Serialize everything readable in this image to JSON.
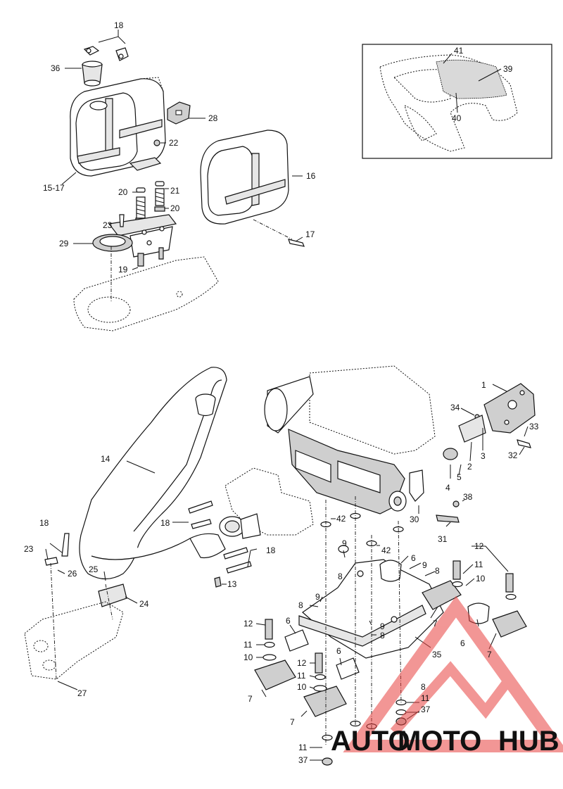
{
  "labels": {
    "l1": "1",
    "l2": "2",
    "l3": "3",
    "l4": "4",
    "l5": "5",
    "l6a": "6",
    "l6b": "6",
    "l6c": "6",
    "l6d": "6",
    "l6e": "6",
    "l7a": "7",
    "l7b": "7",
    "l7c": "7",
    "l7d": "7",
    "l8a": "8",
    "l8b": "8",
    "l8c": "8",
    "l8d": "8",
    "l8e": "8",
    "l9a": "9",
    "l9b": "9",
    "l9c": "9",
    "l9d": "9",
    "l10a": "10",
    "l10b": "10",
    "l10c": "10",
    "l11a": "11",
    "l11b": "11",
    "l11c": "11",
    "l11d": "11",
    "l11e": "11",
    "l12a": "12",
    "l12b": "12",
    "l12c": "12",
    "l13": "13",
    "l14": "14",
    "l1517": "15-17",
    "l16": "16",
    "l17": "17",
    "l18a": "18",
    "l18b": "18",
    "l18c": "18",
    "l18d": "18",
    "l19": "19",
    "l20a": "20",
    "l20b": "20",
    "l21": "21",
    "l22": "22",
    "l23a": "23",
    "l23b": "23",
    "l24": "24",
    "l25": "25",
    "l26": "26",
    "l27": "27",
    "l28": "28",
    "l29": "29",
    "l30": "30",
    "l31": "31",
    "l32": "32",
    "l33": "33",
    "l34": "34",
    "l35": "35",
    "l36": "36",
    "l37a": "37",
    "l37b": "37",
    "l38": "38",
    "l39": "39",
    "l40": "40",
    "l41": "41",
    "l42a": "42",
    "l42b": "42"
  },
  "watermark": {
    "part1": "AUTO",
    "part2": "MOTO",
    "part3": "HUB",
    "color_red": "#e8423f",
    "color_orange": "#f2a23a",
    "color_gray": "#6d6d6d"
  }
}
